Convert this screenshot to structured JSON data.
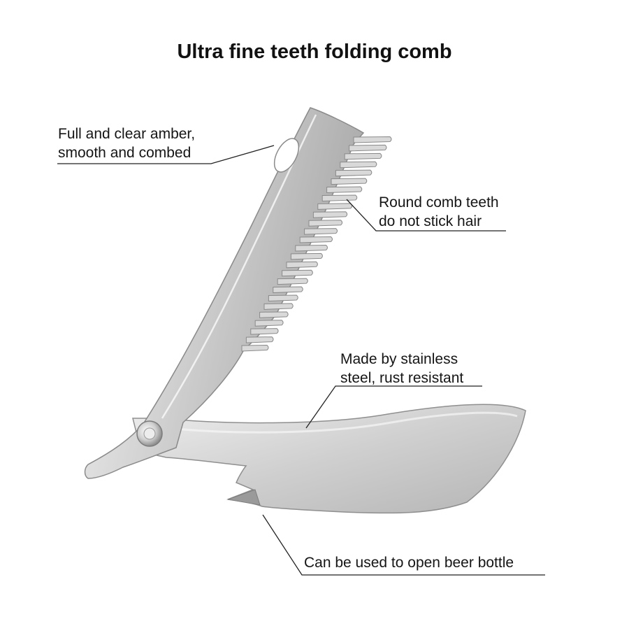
{
  "title": "Ultra fine teeth folding comb",
  "callouts": [
    {
      "line1": "Full and clear amber,",
      "line2": "smooth and combed"
    },
    {
      "line1": "Round comb teeth",
      "line2": "do not stick hair"
    },
    {
      "line1": "Made by stainless",
      "line2": "steel, rust resistant"
    },
    {
      "line1": "Can be used to open beer bottle",
      "line2": ""
    }
  ],
  "colors": {
    "background": "#ffffff",
    "text": "#151515",
    "leader_line": "#222222",
    "steel_light": "#e6e6e6",
    "steel_mid": "#c4c4c4",
    "steel_dark": "#8f8f8f"
  },
  "tooth_count": 26
}
